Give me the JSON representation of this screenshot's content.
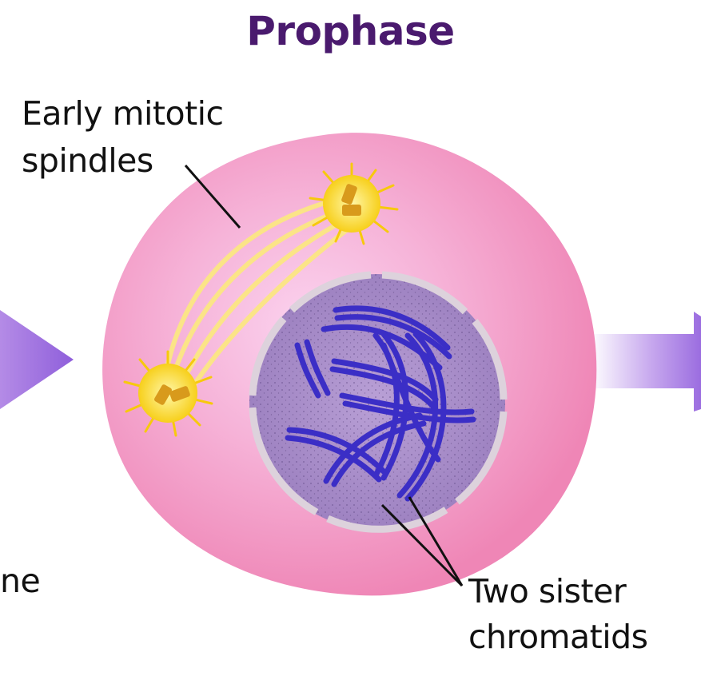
{
  "title": "Prophase",
  "labels": {
    "spindles_line1": "Early mitotic",
    "spindles_line2": "spindles",
    "chromatids_line1": "Two sister",
    "chromatids_line2": "chromatids",
    "cut_off_left": "ne"
  },
  "colors": {
    "title": "#4a1a6e",
    "cell": "#ee8dbb",
    "nucleus": "#a78bc4",
    "chromatid": "#3b2ec6",
    "spindle": "#f8e27c",
    "centrosome": "#f5c400",
    "arrow": "#9b6de0"
  }
}
